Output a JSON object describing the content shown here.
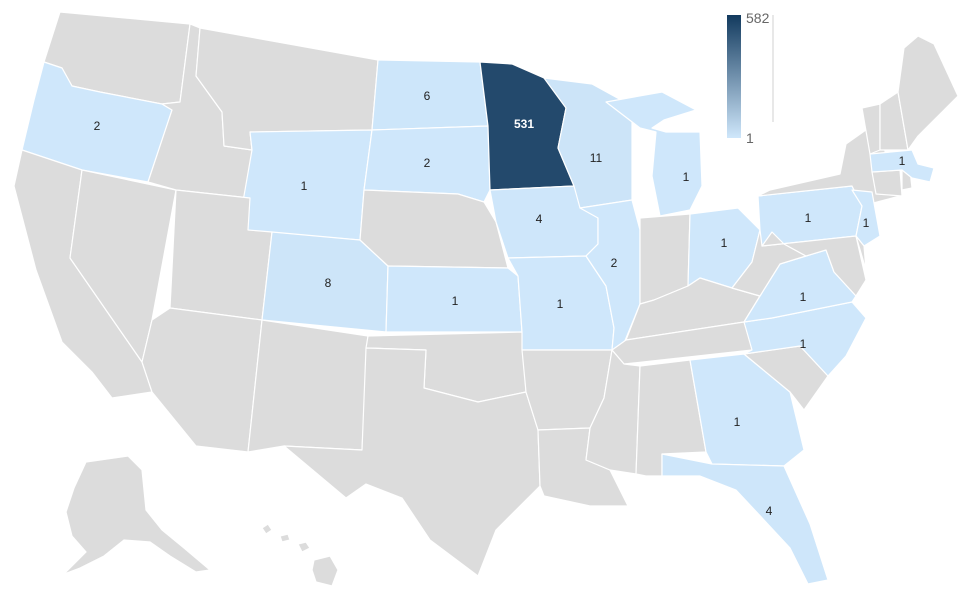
{
  "colors": {
    "no_data": "#dcdcdc",
    "border": "#ffffff",
    "scale_low": "#cfe7fb",
    "scale_high": "#123a5e",
    "label_dark": "#222222",
    "label_light": "#ffffff"
  },
  "legend": {
    "max_label": "582",
    "min_label": "1",
    "max_value": 582,
    "min_value": 1
  },
  "map_data": {
    "type": "choropleth",
    "states": [
      {
        "id": "OR",
        "value": 2,
        "label": "2"
      },
      {
        "id": "ND",
        "value": 6,
        "label": "6"
      },
      {
        "id": "MN",
        "value": 531,
        "label": "531"
      },
      {
        "id": "SD",
        "value": 2,
        "label": "2"
      },
      {
        "id": "WY",
        "value": 1,
        "label": "1"
      },
      {
        "id": "WI",
        "value": 11,
        "label": "11"
      },
      {
        "id": "MI",
        "value": 1,
        "label": "1"
      },
      {
        "id": "IA",
        "value": 4,
        "label": "4"
      },
      {
        "id": "CO",
        "value": 8,
        "label": "8"
      },
      {
        "id": "KS",
        "value": 1,
        "label": "1"
      },
      {
        "id": "MO",
        "value": 1,
        "label": "1"
      },
      {
        "id": "IL",
        "value": 2,
        "label": "2"
      },
      {
        "id": "OH",
        "value": 1,
        "label": "1"
      },
      {
        "id": "PA",
        "value": 1,
        "label": "1"
      },
      {
        "id": "NJ",
        "value": 1,
        "label": "1"
      },
      {
        "id": "MA",
        "value": 1,
        "label": "1"
      },
      {
        "id": "VA",
        "value": 1,
        "label": "1"
      },
      {
        "id": "NC",
        "value": 1,
        "label": "1"
      },
      {
        "id": "GA",
        "value": 1,
        "label": "1"
      },
      {
        "id": "FL",
        "value": 4,
        "label": "4"
      }
    ]
  }
}
